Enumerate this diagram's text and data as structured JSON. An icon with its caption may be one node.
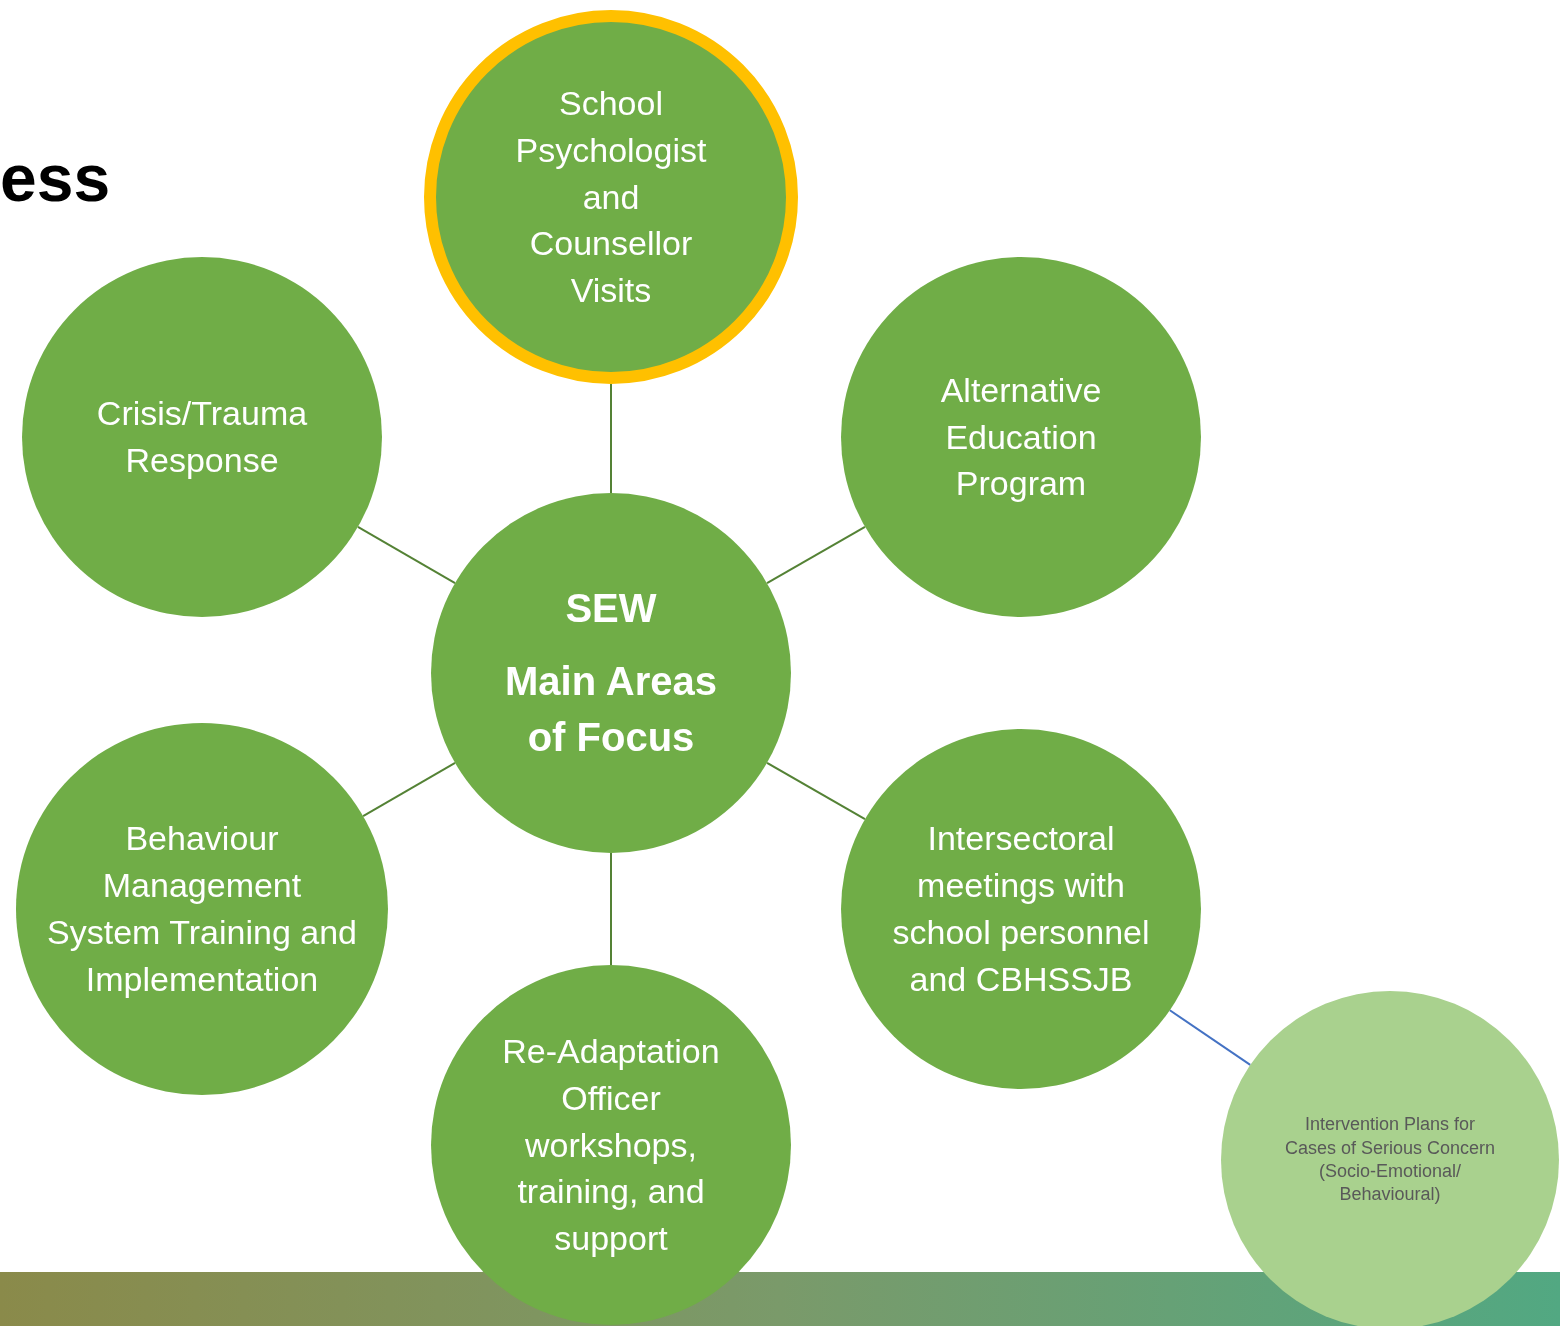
{
  "diagram": {
    "title": "ess",
    "nodes": [
      {
        "text": [
          "School Psychologist and Counsellor Visits"
        ]
      },
      {
        "text": [
          "Crisis/Trauma Response"
        ]
      },
      {
        "text": [
          "Alternative Education Program"
        ]
      },
      {
        "text": [
          "SEW",
          "Main Areas of Focus"
        ]
      },
      {
        "text": [
          "Behaviour Management System Training and Implementation"
        ]
      },
      {
        "text": [
          "Intersectoral meetings with school personnel and CBHSSJB"
        ]
      },
      {
        "text": [
          "Re-Adaptation Officer workshops, training, and support"
        ]
      },
      {
        "text": [
          "Intervention Plans for Cases of Serious Concern (Socio-Emotional/ Behavioural)"
        ]
      }
    ],
    "edges": [
      {
        "from": 3,
        "to": 0,
        "arrow": "none"
      },
      {
        "from": 3,
        "to": 1,
        "arrow": "none"
      },
      {
        "from": 3,
        "to": 2,
        "arrow": "none"
      },
      {
        "from": 3,
        "to": 4,
        "arrow": "none"
      },
      {
        "from": 3,
        "to": 5,
        "arrow": "none"
      },
      {
        "from": 3,
        "to": 6,
        "arrow": "none"
      },
      {
        "from": 5,
        "to": 7,
        "arrow": "none",
        "color": "#4472c4"
      }
    ]
  }
}
